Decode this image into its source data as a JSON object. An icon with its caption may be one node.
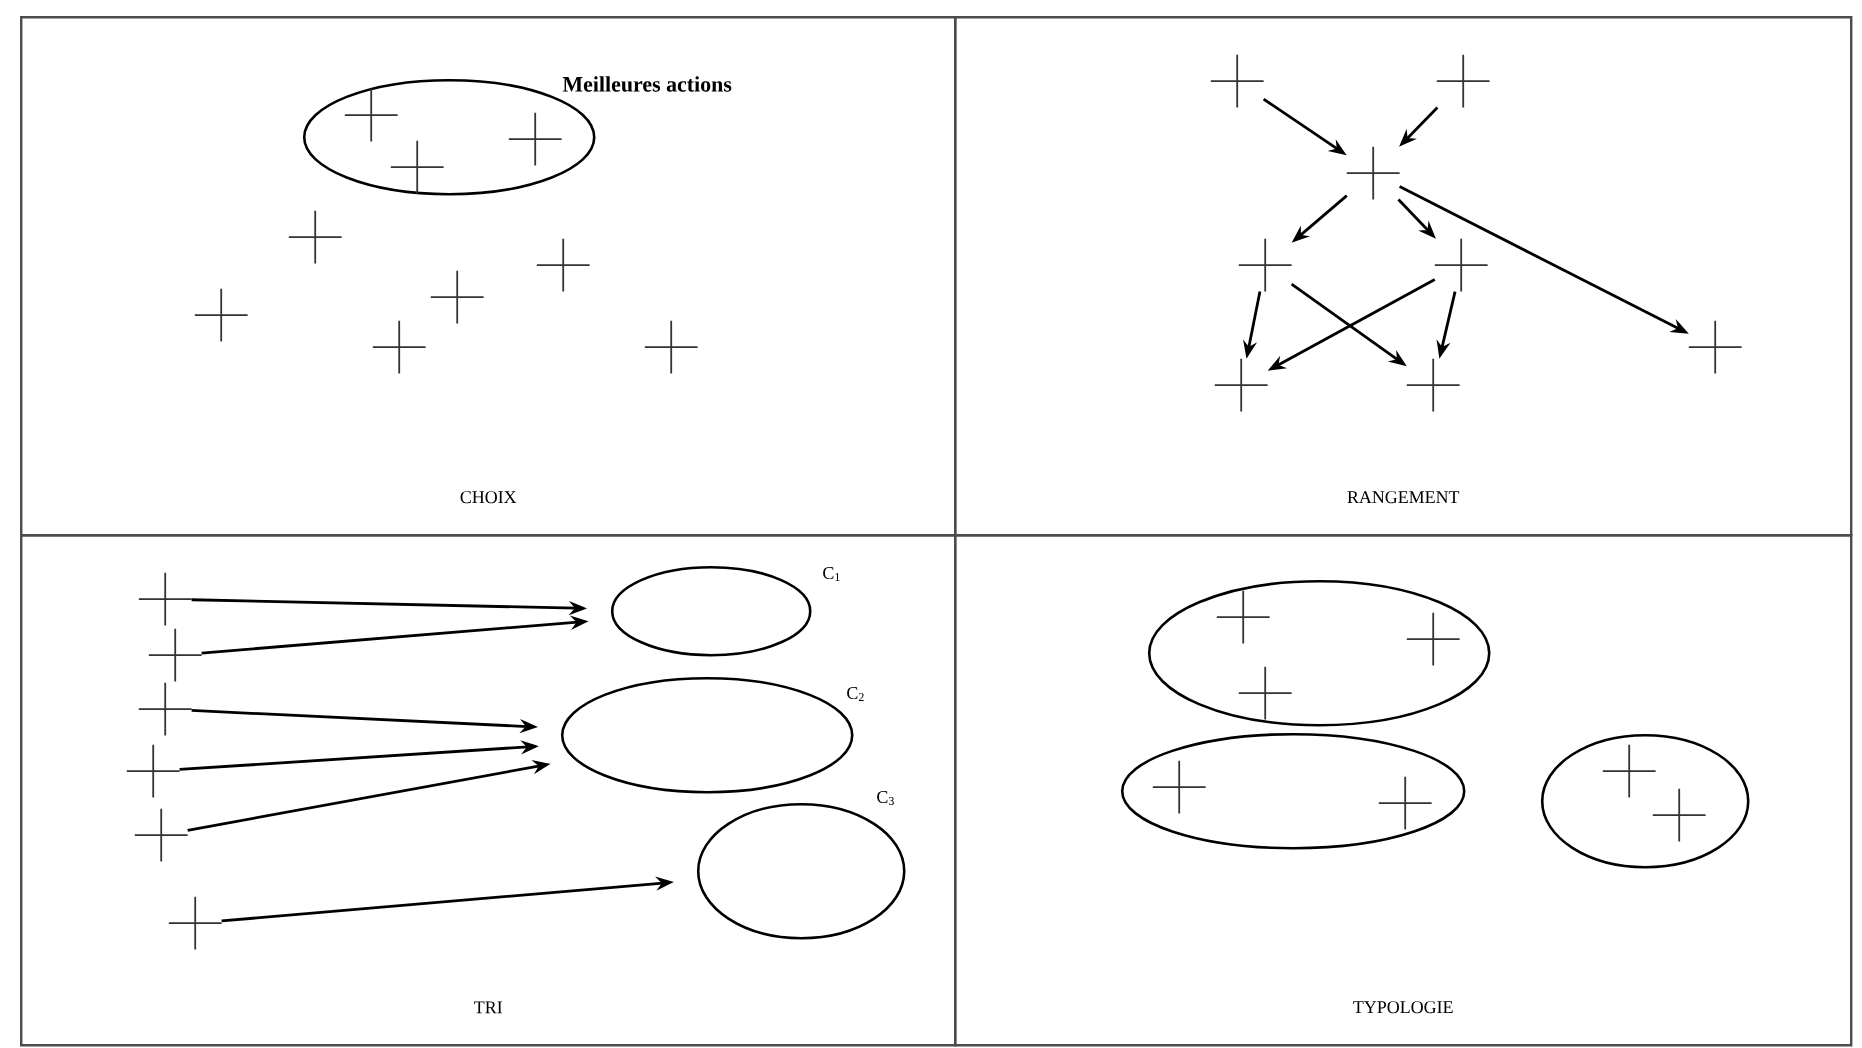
{
  "diagram": {
    "nodes": [
      {
        "text": [
          "CHOIX"
        ]
      },
      {
        "text": [],
        "shape": "ellipse",
        "in": 0,
        "beside": [
          "Meilleures actions"
        ]
      },
      {
        "text": [],
        "shape": "cross",
        "in": 1
      },
      {
        "text": [],
        "shape": "cross",
        "in": 1
      },
      {
        "text": [],
        "shape": "cross",
        "in": 1
      },
      {
        "text": [],
        "shape": "cross",
        "in": 0
      },
      {
        "text": [],
        "shape": "cross",
        "in": 0
      },
      {
        "text": [],
        "shape": "cross",
        "in": 0
      },
      {
        "text": [],
        "shape": "cross",
        "in": 0
      },
      {
        "text": [],
        "shape": "cross",
        "in": 0
      },
      {
        "text": [],
        "shape": "cross",
        "in": 0
      },
      {
        "text": [
          "RANGEMENT"
        ]
      },
      {
        "text": [],
        "shape": "cross",
        "in": 11
      },
      {
        "text": [],
        "shape": "cross",
        "in": 11
      },
      {
        "text": [],
        "shape": "cross",
        "in": 11
      },
      {
        "text": [],
        "shape": "cross",
        "in": 11
      },
      {
        "text": [],
        "shape": "cross",
        "in": 11
      },
      {
        "text": [],
        "shape": "cross",
        "in": 11
      },
      {
        "text": [],
        "shape": "cross",
        "in": 11
      },
      {
        "text": [],
        "shape": "cross",
        "in": 11
      },
      {
        "text": [
          "TRI"
        ]
      },
      {
        "text": [],
        "shape": "cross",
        "in": 20
      },
      {
        "text": [],
        "shape": "cross",
        "in": 20
      },
      {
        "text": [],
        "shape": "cross",
        "in": 20
      },
      {
        "text": [],
        "shape": "cross",
        "in": 20
      },
      {
        "text": [],
        "shape": "cross",
        "in": 20
      },
      {
        "text": [],
        "shape": "cross",
        "in": 20
      },
      {
        "text": [],
        "shape": "ellipse",
        "in": 20,
        "beside": [
          "C$_{1}$"
        ]
      },
      {
        "text": [],
        "shape": "ellipse",
        "in": 20,
        "beside": [
          "C$_{2}$"
        ]
      },
      {
        "text": [],
        "shape": "ellipse",
        "in": 20,
        "beside": [
          "C$_{3}$"
        ]
      },
      {
        "text": [
          "TYPOLOGIE"
        ]
      },
      {
        "text": [],
        "shape": "ellipse",
        "in": 30
      },
      {
        "text": [],
        "shape": "cross",
        "in": 31
      },
      {
        "text": [],
        "shape": "cross",
        "in": 31
      },
      {
        "text": [],
        "shape": "cross",
        "in": 31
      },
      {
        "text": [],
        "shape": "ellipse",
        "in": 30
      },
      {
        "text": [],
        "shape": "cross",
        "in": 35
      },
      {
        "text": [],
        "shape": "cross",
        "in": 35
      },
      {
        "text": [],
        "shape": "ellipse",
        "in": 30
      },
      {
        "text": [],
        "shape": "cross",
        "in": 38
      },
      {
        "text": [],
        "shape": "cross",
        "in": 38
      }
    ],
    "edges": [
      {
        "from": 12,
        "to": 14,
        "arrow": "to"
      },
      {
        "from": 13,
        "to": 14,
        "arrow": "to"
      },
      {
        "from": 14,
        "to": 15,
        "arrow": "to"
      },
      {
        "from": 14,
        "to": 16,
        "arrow": "to"
      },
      {
        "from": 14,
        "to": 19,
        "arrow": "to"
      },
      {
        "from": 15,
        "to": 17,
        "arrow": "to"
      },
      {
        "from": 15,
        "to": 18,
        "arrow": "to"
      },
      {
        "from": 16,
        "to": 17,
        "arrow": "to"
      },
      {
        "from": 16,
        "to": 18,
        "arrow": "to"
      },
      {
        "from": 21,
        "to": 27,
        "arrow": "to"
      },
      {
        "from": 22,
        "to": 27,
        "arrow": "to"
      },
      {
        "from": 23,
        "to": 28,
        "arrow": "to"
      },
      {
        "from": 24,
        "to": 28,
        "arrow": "to"
      },
      {
        "from": 25,
        "to": 28,
        "arrow": "to"
      },
      {
        "from": 26,
        "to": 29,
        "arrow": "to"
      }
    ]
  }
}
